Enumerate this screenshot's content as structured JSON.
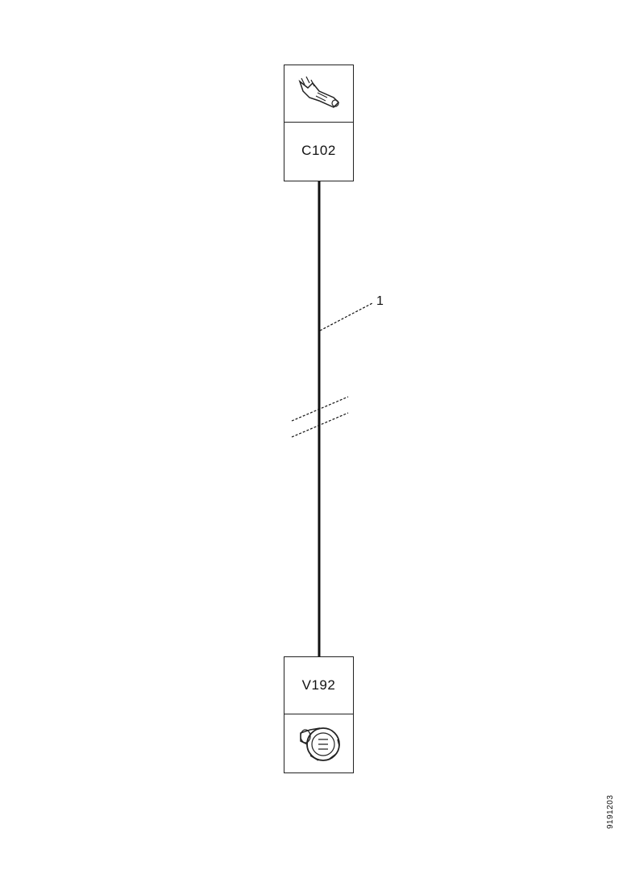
{
  "diagram": {
    "top_component": {
      "code": "C102",
      "icon": "connector-plug-icon"
    },
    "bottom_component": {
      "code": "V192",
      "icon": "round-connector-icon"
    },
    "callout": "1",
    "image_id": "9191203"
  }
}
